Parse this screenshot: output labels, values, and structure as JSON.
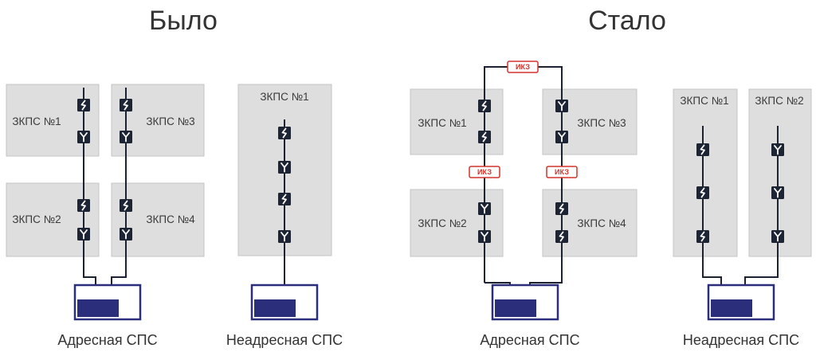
{
  "headings": {
    "before": "Было",
    "after": "Стало"
  },
  "zones": {
    "z1": "ЗКПС №1",
    "z2": "ЗКПС №2",
    "z3": "ЗКПС №3",
    "z4": "ЗКПС №4"
  },
  "isolator_label": "ИКЗ",
  "panels": {
    "addressable": "Адресная СПС",
    "non_addressable": "Неадресная СПС"
  },
  "device_types": {
    "heat_detector_icon": "lightning glyph",
    "smoke_detector_icon": "Y glyph"
  },
  "colors": {
    "zone_fill": "#dedede",
    "device": "#1d2433",
    "panel": "#2b2e7a",
    "isolator": "#d2342c"
  }
}
